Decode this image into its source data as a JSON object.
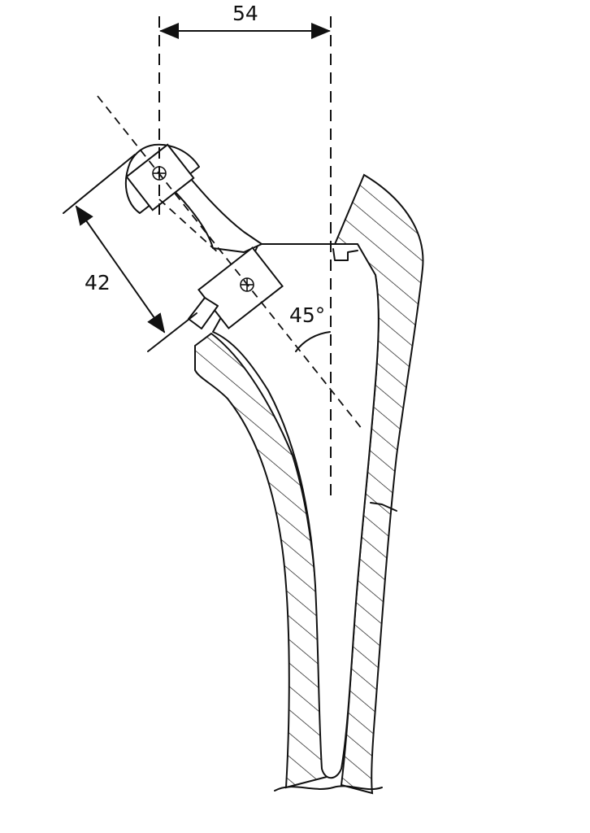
{
  "dimensions": {
    "offset_label": "54",
    "neck_length_label": "42",
    "angle_label": "45°"
  },
  "colors": {
    "ink": "#111111",
    "background": "#ffffff"
  }
}
